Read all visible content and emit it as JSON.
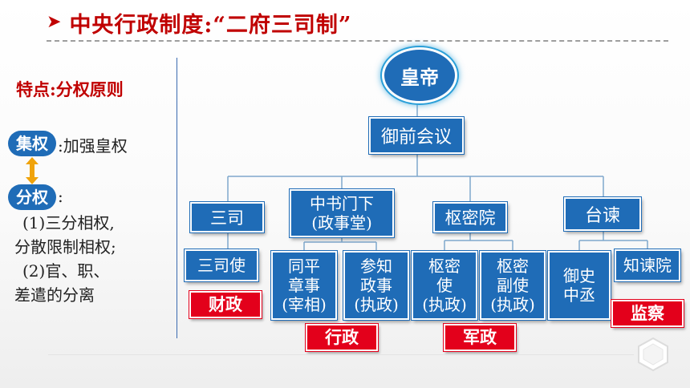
{
  "title": {
    "text": "中央行政制度:“二府三司制”"
  },
  "left_panel": {
    "feature": "特点:分权原则",
    "centralize_label": "集权",
    "centralize_rest": ":加强皇权",
    "divide_label": "分权",
    "divide_rest": ":",
    "desc_lines": [
      "(1)三分相权,",
      "分散限制相权;",
      "(2)官、职、",
      "差遣的分离"
    ]
  },
  "chart": {
    "emperor": "皇帝",
    "council": "御前会议",
    "sansi": "三司",
    "zhongshu_line1": "中书门下",
    "zhongshu_line2": "(政事堂)",
    "shumiyuan": "枢密院",
    "taijian": "台谏",
    "sansishi": "三司使",
    "tongping_1": "同平",
    "tongping_2": "章事",
    "tongping_3": "(宰相)",
    "canzhi_1": "参知",
    "canzhi_2": "政事",
    "canzhi_3": "(执政)",
    "shumishi_1": "枢密",
    "shumishi_2": "使",
    "shumishi_3": "(执政)",
    "fushi_1": "枢密",
    "fushi_2": "副使",
    "fushi_3": "(执政)",
    "yushi_1": "御史",
    "yushi_2": "中丞",
    "zhijianyuan": "知谏院"
  },
  "tags": {
    "caizheng": "财政",
    "xingzheng": "行政",
    "junzheng": "军政",
    "jiancha": "监察"
  },
  "colors": {
    "box_blue": "#1f6cb7",
    "tag_red": "#e3001b",
    "title_red": "#c00000",
    "arrow_orange": "#f0a30a"
  }
}
